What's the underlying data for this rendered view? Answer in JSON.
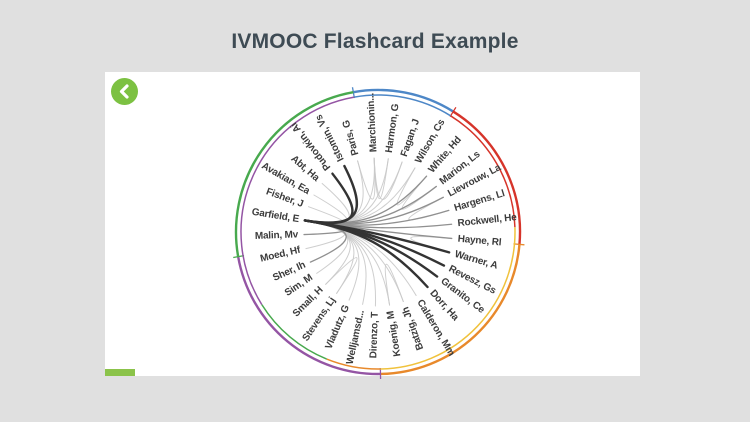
{
  "header": {
    "title": "IVMOOC Flashcard Example",
    "color": "#3e4b54"
  },
  "card": {
    "back_button": {
      "icon": "chevron-left",
      "color": "#7cc142"
    },
    "progress_bar": {
      "color": "#8bc34a"
    }
  },
  "chart_data": {
    "type": "radial-network",
    "title": "",
    "description": "Circular co-author network with hierarchical edge bundling; colored ring segments mark clusters; hub node is Garfield, E",
    "label_color": "#3c3c3c",
    "hub": "Garfield, E",
    "nodes": [
      {
        "label": "Marchionin...",
        "angle": -3
      },
      {
        "label": "Harmon, G",
        "angle": 8
      },
      {
        "label": "Fagan, J",
        "angle": 19
      },
      {
        "label": "Wilson, Cs",
        "angle": 30
      },
      {
        "label": "White, Hd",
        "angle": 41
      },
      {
        "label": "Marion, Ls",
        "angle": 52
      },
      {
        "label": "Lievrouw, La",
        "angle": 62
      },
      {
        "label": "Hargens, Ll",
        "angle": 73
      },
      {
        "label": "Rockwell, He",
        "angle": 84
      },
      {
        "label": "Hayne, Rl",
        "angle": 95
      },
      {
        "label": "Warner, A",
        "angle": 106
      },
      {
        "label": "Revesz, Gs",
        "angle": 117
      },
      {
        "label": "Granito, Ce",
        "angle": 127
      },
      {
        "label": "Dorr, Ha",
        "angle": 138
      },
      {
        "label": "Calderon, Mm",
        "angle": 149
      },
      {
        "label": "Batzig, Jh",
        "angle": 160
      },
      {
        "label": "Koenig, M",
        "angle": 171
      },
      {
        "label": "Direnzo, T",
        "angle": 182
      },
      {
        "label": "Welljamsd...",
        "angle": 192
      },
      {
        "label": "Vladutz, G",
        "angle": 203
      },
      {
        "label": "Stevens, Lj",
        "angle": 214
      },
      {
        "label": "Small, H",
        "angle": 225
      },
      {
        "label": "Sim, M",
        "angle": 236
      },
      {
        "label": "Sher, Ih",
        "angle": 246
      },
      {
        "label": "Moed, Hf",
        "angle": 257
      },
      {
        "label": "Malin, Mv",
        "angle": 268
      },
      {
        "label": "Garfield, E",
        "angle": 279
      },
      {
        "label": "Fisher, J",
        "angle": 290
      },
      {
        "label": "Avakian, Ea",
        "angle": 300
      },
      {
        "label": "Abt, Ha",
        "angle": 311
      },
      {
        "label": "Pudovkin, Ai",
        "angle": 322
      },
      {
        "label": "Istomin, Vs",
        "angle": 333
      },
      {
        "label": "Paris, G",
        "angle": 344
      }
    ],
    "rings": {
      "outer": {
        "radius": 142,
        "width": 2.4,
        "segments": [
          {
            "color": "#4d87c7",
            "from": -10,
            "to": 32
          },
          {
            "color": "#d6342a",
            "from": 32,
            "to": 95
          },
          {
            "color": "#e8892b",
            "from": 95,
            "to": 179
          },
          {
            "color": "#9455a4",
            "from": 179,
            "to": 260
          },
          {
            "color": "#48a94e",
            "from": 260,
            "to": 350
          }
        ]
      },
      "inner": {
        "radius": 137,
        "width": 1.5,
        "segments": [
          {
            "color": "#4d87c7",
            "from": -10,
            "to": 32
          },
          {
            "color": "#d6342a",
            "from": 32,
            "to": 88
          },
          {
            "color": "#f0c23c",
            "from": 88,
            "to": 179
          },
          {
            "color": "#e8892b",
            "from": 179,
            "to": 202
          },
          {
            "color": "#48a94e",
            "from": 202,
            "to": 238
          },
          {
            "color": "#9455a4",
            "from": 238,
            "to": 350
          }
        ]
      }
    },
    "edge_styles": {
      "light": {
        "color": "#c9c9c9",
        "width": 1
      },
      "medium": {
        "color": "#909090",
        "width": 1.3
      },
      "dark": {
        "color": "#333333",
        "width": 2.4
      }
    },
    "edges": [
      [
        26,
        0,
        0
      ],
      [
        26,
        1,
        0
      ],
      [
        26,
        2,
        0
      ],
      [
        26,
        3,
        0
      ],
      [
        26,
        14,
        0
      ],
      [
        26,
        15,
        0
      ],
      [
        26,
        16,
        0
      ],
      [
        26,
        17,
        0
      ],
      [
        26,
        18,
        0
      ],
      [
        26,
        19,
        0
      ],
      [
        26,
        20,
        0
      ],
      [
        26,
        21,
        0
      ],
      [
        26,
        22,
        0
      ],
      [
        26,
        24,
        0
      ],
      [
        26,
        27,
        0
      ],
      [
        26,
        28,
        0
      ],
      [
        26,
        29,
        0
      ],
      [
        26,
        32,
        0
      ],
      [
        4,
        3,
        0
      ],
      [
        4,
        5,
        0
      ],
      [
        7,
        6,
        0
      ],
      [
        0,
        32,
        0
      ],
      [
        0,
        1,
        0
      ],
      [
        0,
        2,
        0
      ],
      [
        21,
        20,
        0
      ],
      [
        16,
        15,
        0
      ],
      [
        9,
        10,
        0
      ],
      [
        26,
        4,
        1
      ],
      [
        26,
        5,
        1
      ],
      [
        26,
        6,
        1
      ],
      [
        26,
        7,
        1
      ],
      [
        26,
        8,
        1
      ],
      [
        26,
        9,
        1
      ],
      [
        26,
        23,
        1
      ],
      [
        26,
        25,
        1
      ],
      [
        26,
        30,
        2
      ],
      [
        26,
        31,
        2
      ],
      [
        26,
        10,
        2
      ],
      [
        26,
        11,
        2
      ],
      [
        26,
        12,
        2
      ],
      [
        26,
        13,
        2
      ]
    ]
  }
}
